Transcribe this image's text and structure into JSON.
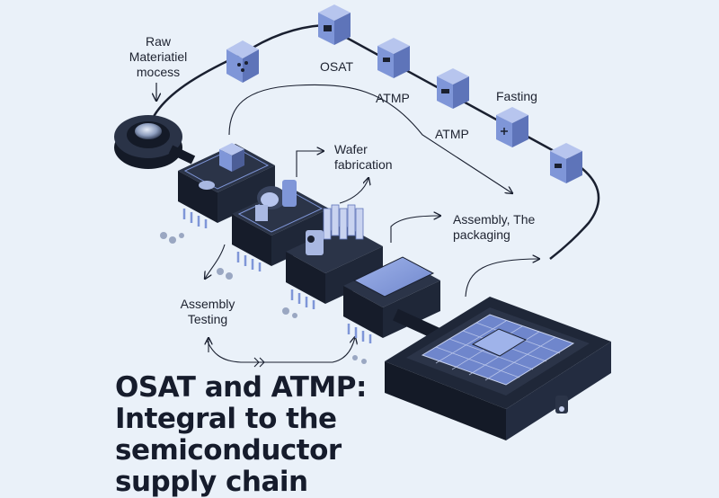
{
  "title": {
    "line1": "OSAT and ATMP:",
    "line2": "Integral to the",
    "line3": "semiconductor",
    "line4": "supply chain"
  },
  "labels": {
    "raw_material": [
      "Raw",
      "Materiatiel",
      "mocess"
    ],
    "osat": "OSAT",
    "atmp_1": "ATMP",
    "atmp_2": "ATMP",
    "fasting": "Fasting",
    "wafer_fabrication": [
      "Wafer",
      "fabrication"
    ],
    "assembly_packaging": [
      "Assembly, The",
      "packaging"
    ],
    "assembly_testing": [
      "Assembly",
      "Testing"
    ]
  },
  "colors": {
    "background": "#eaf1f9",
    "module_dark": "#1f2738",
    "accent_blue": "#7f96d8",
    "line": "#1a2030"
  }
}
